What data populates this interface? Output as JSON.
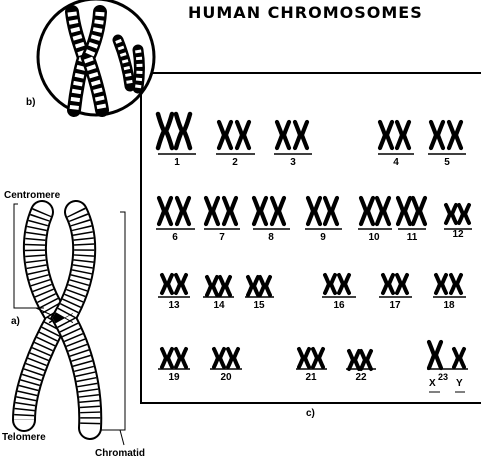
{
  "title": "HUMAN CHROMOSOMES",
  "labels": {
    "centromere": "Centromere",
    "telomere": "Telomere",
    "chromatid": "Chromatid",
    "panel_a": "a)",
    "panel_b": "b)",
    "panel_c": "c)"
  },
  "karyotype": {
    "pairs": [
      "1",
      "2",
      "3",
      "4",
      "5",
      "6",
      "7",
      "8",
      "9",
      "10",
      "11",
      "12",
      "13",
      "14",
      "15",
      "16",
      "17",
      "18",
      "19",
      "20",
      "21",
      "22"
    ],
    "sex_label_x": "X",
    "sex_label_23": "23",
    "sex_label_y": "Y"
  }
}
